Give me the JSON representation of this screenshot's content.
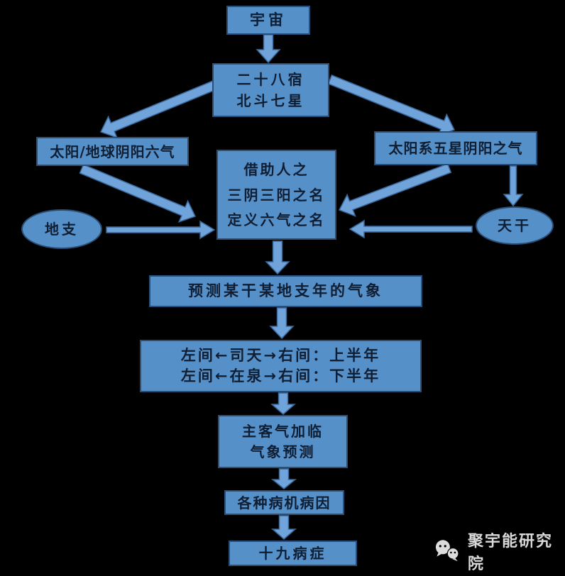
{
  "colors": {
    "background": "#000000",
    "box_fill": "#5590c8",
    "box_border": "#2c4f77",
    "arrow_fill": "#6fa3da",
    "arrow_border": "#38689c",
    "text": "#101e33",
    "watermark_text": "#d9d9d9"
  },
  "nodes": {
    "universe": {
      "lines": [
        "宇宙"
      ]
    },
    "constellations": {
      "lines": [
        "二十八宿",
        "北斗七星"
      ]
    },
    "sun_earth_six_qi": {
      "lines": [
        "太阳/地球阴阳六气"
      ]
    },
    "solar_five_stars": {
      "lines": [
        "太阳系五星阴阳之气"
      ]
    },
    "naming_six_qi": {
      "lines": [
        "借助人之",
        "三阴三阳之名",
        "定义六气之名"
      ]
    },
    "earthly_branches": {
      "lines": [
        "地支"
      ]
    },
    "heavenly_stems": {
      "lines": [
        "天干"
      ]
    },
    "forecast_weather": {
      "lines": [
        "预测某干某地支年的气象"
      ]
    },
    "sitian_zaiquan": {
      "lines": [
        "左间←司天→右间：上半年",
        "左间←在泉→右间：下半年"
      ]
    },
    "host_guest_forecast": {
      "lines": [
        "主客气加临",
        "气象预测"
      ]
    },
    "pathogenesis": {
      "lines": [
        "各种病机病因"
      ]
    },
    "nineteen_syndromes": {
      "lines": [
        "十九病症"
      ]
    }
  },
  "edges": [
    {
      "from": "universe",
      "to": "constellations"
    },
    {
      "from": "constellations",
      "to": "sun_earth_six_qi"
    },
    {
      "from": "constellations",
      "to": "solar_five_stars"
    },
    {
      "from": "sun_earth_six_qi",
      "to": "naming_six_qi"
    },
    {
      "from": "earthly_branches",
      "to": "naming_six_qi"
    },
    {
      "from": "solar_five_stars",
      "to": "naming_six_qi"
    },
    {
      "from": "solar_five_stars",
      "to": "heavenly_stems"
    },
    {
      "from": "heavenly_stems",
      "to": "naming_six_qi"
    },
    {
      "from": "naming_six_qi",
      "to": "forecast_weather"
    },
    {
      "from": "forecast_weather",
      "to": "sitian_zaiquan"
    },
    {
      "from": "sitian_zaiquan",
      "to": "host_guest_forecast"
    },
    {
      "from": "host_guest_forecast",
      "to": "pathogenesis"
    },
    {
      "from": "pathogenesis",
      "to": "nineteen_syndromes"
    }
  ],
  "watermark": {
    "label": "聚宇能研究院",
    "icon": "wechat-icon"
  }
}
